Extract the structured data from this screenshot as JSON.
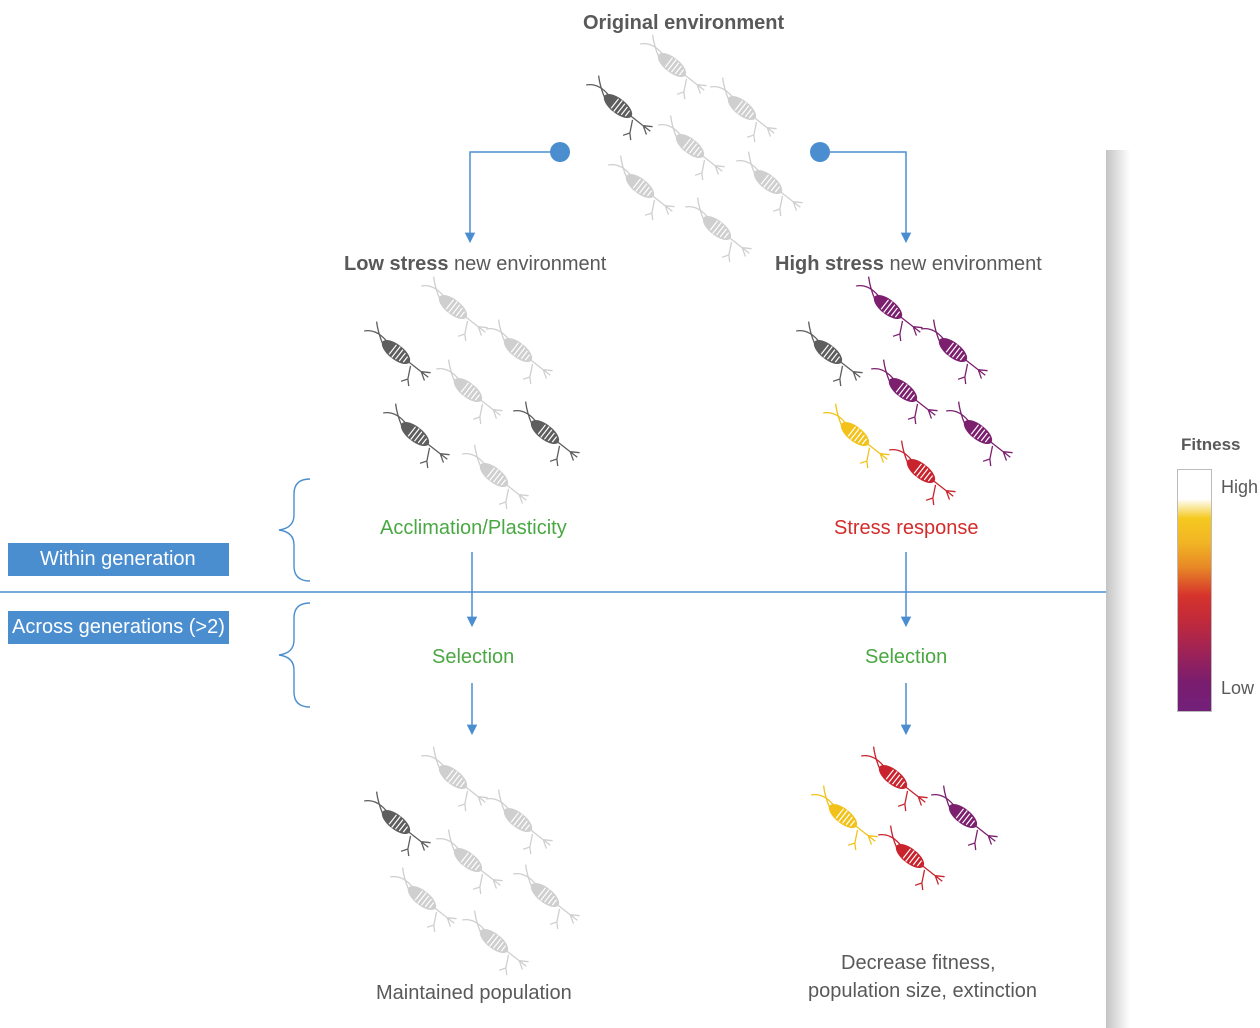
{
  "title": "Original environment",
  "branches": {
    "low": {
      "heading_bold": "Low stress",
      "heading_rest": " new environment",
      "response": "Acclimation/Plasticity",
      "selection": "Selection",
      "outcome": "Maintained population"
    },
    "high": {
      "heading_bold": "High stress",
      "heading_rest": " new environment",
      "response": "Stress response",
      "selection": "Selection",
      "outcome_line1": "Decrease fitness,",
      "outcome_line2": "population size, extinction"
    }
  },
  "timescales": {
    "within": "Within generation",
    "across": "Across generations (>2)"
  },
  "legend": {
    "title": "Fitness",
    "high": "High",
    "low": "Low",
    "gradient": [
      "#ffffff",
      "#f5c920",
      "#e88a26",
      "#d6342c",
      "#a02355",
      "#72207a"
    ]
  },
  "colors": {
    "arrow": "#4b8ed0",
    "green": "#4aa843",
    "red": "#d42b2b",
    "copepod_dark": "#5e5e5e",
    "copepod_light": "#cfcfcf",
    "copepod_yellow": "#f2c21b",
    "copepod_red": "#c9232d",
    "copepod_purple": "#7b1f6e"
  },
  "populations": {
    "original": [
      "dark",
      "light",
      "light",
      "light",
      "light",
      "light",
      "light",
      "light"
    ],
    "low_new": [
      "dark",
      "light",
      "light",
      "light",
      "dark",
      "dark",
      "light",
      "light"
    ],
    "high_new": [
      "dark",
      "purple",
      "purple",
      "purple",
      "yellow",
      "purple",
      "red",
      "purple"
    ],
    "low_final": [
      "dark",
      "light",
      "light",
      "light",
      "light",
      "light",
      "light",
      "light"
    ],
    "high_final": [
      "yellow",
      "red",
      "purple",
      "red"
    ]
  }
}
